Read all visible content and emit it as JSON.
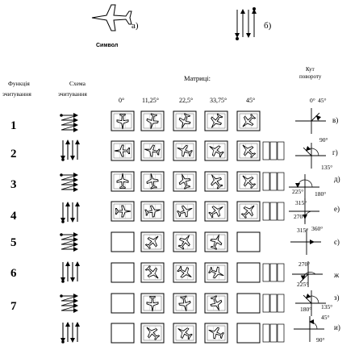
{
  "top": {
    "symbol_label": "Символ",
    "label_a": "а)",
    "label_b": "б)"
  },
  "headers": {
    "function_label_1": "Функція",
    "function_label_2": "зчитування",
    "scheme_label_1": "Схема",
    "scheme_label_2": "зчитування",
    "matrices_label": "Матриці:",
    "angle_labels": [
      "0°",
      "11,25°",
      "22,5°",
      "33,75°",
      "45°"
    ],
    "rotation_label_1": "Кут",
    "rotation_label_2": "повороту"
  },
  "rows": [
    {
      "number": "1",
      "letter": "в)"
    },
    {
      "number": "2",
      "letter": "г)"
    },
    {
      "number": "3",
      "letter": "д)"
    },
    {
      "number": "4",
      "letter": "е)"
    },
    {
      "number": "5",
      "letter": "є)"
    },
    {
      "number": "6",
      "letter": "ж"
    },
    {
      "number": "7",
      "letter": "з)"
    },
    {
      "number": "",
      "letter": "и)"
    }
  ],
  "rotation_angles": {
    "r1": [
      "0°",
      "45°"
    ],
    "r2": [
      "90°",
      "135°"
    ],
    "r3": [
      "225°",
      "180°"
    ],
    "r4": [
      "315°",
      "270°"
    ],
    "r5": [
      "315°",
      "360°"
    ],
    "r6": [
      "270°",
      "225°"
    ],
    "r7": [
      "180°",
      "135°"
    ],
    "r8": [
      "45°",
      "90°"
    ]
  }
}
